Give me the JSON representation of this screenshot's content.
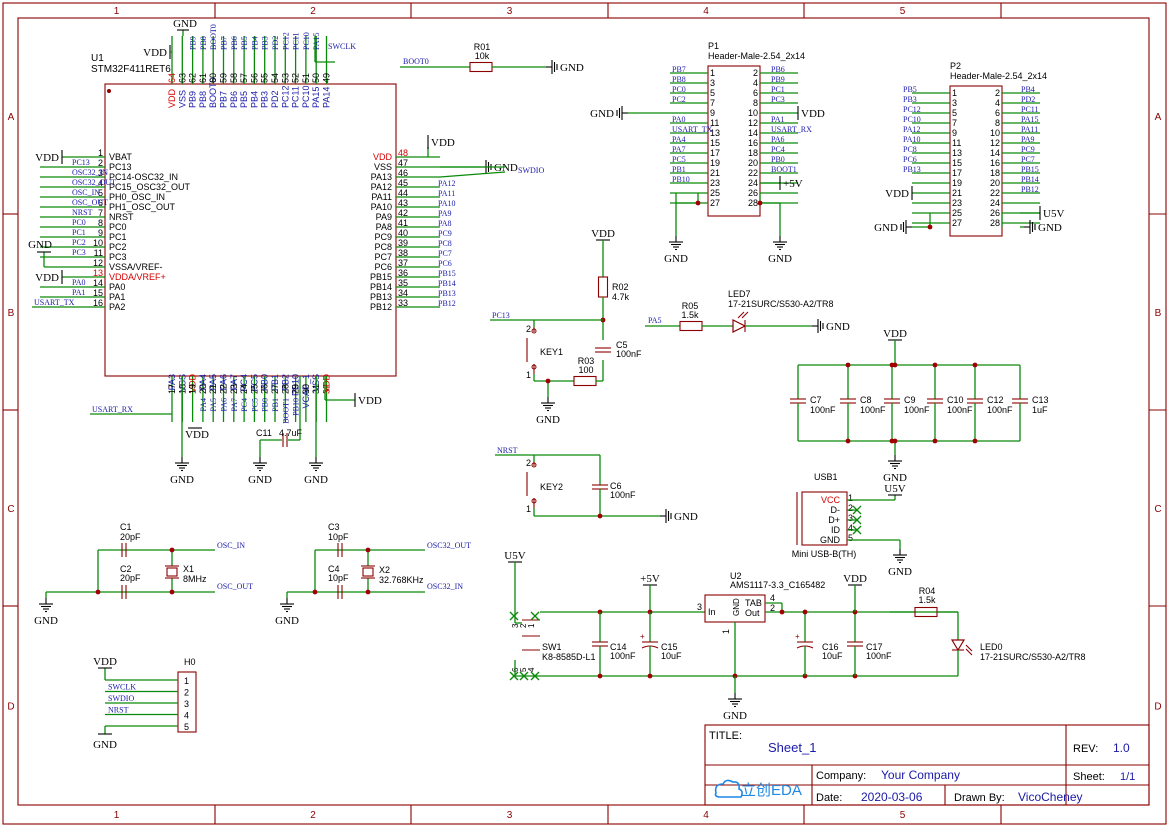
{
  "frame": {
    "cols": [
      "1",
      "2",
      "3",
      "4",
      "5"
    ],
    "rows": [
      "A",
      "B",
      "C",
      "D"
    ]
  },
  "title_block": {
    "title_label": "TITLE:",
    "title": "Sheet_1",
    "rev_label": "REV:",
    "rev": "1.0",
    "company_label": "Company:",
    "company": "Your Company",
    "sheet_label": "Sheet:",
    "sheet": "1/1",
    "date_label": "Date:",
    "date": "2020-03-06",
    "drawn_label": "Drawn By:",
    "drawn": "VicoCheney",
    "logo": "立创EDA"
  },
  "power": {
    "gnd": "GND",
    "vdd": "VDD",
    "v5": "+5V",
    "u5v": "U5V"
  },
  "u1": {
    "ref": "U1",
    "value": "STM32F411RET6",
    "top_names": [
      "VDD",
      "VSS",
      "PB9",
      "PB8",
      "BOOT0",
      "PB7",
      "PB6",
      "PB5",
      "PB4",
      "PB3",
      "PD2",
      "PC12",
      "PC11",
      "PC10",
      "PA15",
      "PA14"
    ],
    "top_nums": [
      "64",
      "63",
      "62",
      "61",
      "60",
      "59",
      "58",
      "57",
      "56",
      "55",
      "54",
      "53",
      "52",
      "51",
      "50",
      "49"
    ],
    "top_nets": [
      "",
      "",
      "PB9",
      "PB8",
      "BOOT0",
      "PB7",
      "PB6",
      "PB5",
      "PB4",
      "PB3",
      "PD2",
      "PC12",
      "PC11",
      "PC10",
      "PA15",
      ""
    ],
    "left_names": [
      "VBAT",
      "PC13",
      "PC14-OSC32_IN",
      "PC15_OSC32_OUT",
      "PH0_OSC_IN",
      "PH1_OSC_OUT",
      "NRST",
      "PC0",
      "PC1",
      "PC2",
      "PC3",
      "VSSA/VREF-",
      "VDDA/VREF+",
      "PA0",
      "PA1",
      "PA2"
    ],
    "left_nums": [
      "1",
      "2",
      "3",
      "4",
      "5",
      "6",
      "7",
      "8",
      "9",
      "10",
      "11",
      "12",
      "13",
      "14",
      "15",
      "16"
    ],
    "left_nets": [
      "VDD",
      "PC13",
      "OSC32_IN",
      "OSC32_OUT",
      "OSC_IN",
      "OSC_OUT",
      "NRST",
      "PC0",
      "PC1",
      "PC2",
      "PC3",
      "GND",
      "VDD",
      "PA0",
      "PA1",
      "USART_TX"
    ],
    "right_names": [
      "VDD",
      "VSS",
      "PA13",
      "PA12",
      "PA11",
      "PA10",
      "PA9",
      "PA8",
      "PC9",
      "PC8",
      "PC7",
      "PC6",
      "PB15",
      "PB14",
      "PB13",
      "PB12"
    ],
    "right_nums": [
      "48",
      "47",
      "46",
      "45",
      "44",
      "43",
      "42",
      "41",
      "40",
      "39",
      "38",
      "37",
      "36",
      "35",
      "34",
      "33"
    ],
    "right_nets": [
      "VDD",
      "GND",
      "SWDIO",
      "PA12",
      "PA11",
      "PA10",
      "PA9",
      "PA8",
      "PC9",
      "PC8",
      "PC7",
      "PC6",
      "PB15",
      "PB14",
      "PB13",
      "PB12"
    ],
    "bottom_names": [
      "PA3",
      "VSS",
      "VDD",
      "PA4",
      "PA5",
      "PA6",
      "PA7",
      "PC4",
      "PC5",
      "PB0",
      "PB1",
      "PB2",
      "PB10",
      "VCAP_1",
      "VSS",
      "VDD"
    ],
    "bottom_nums": [
      "17",
      "18",
      "19",
      "20",
      "21",
      "22",
      "23",
      "24",
      "25",
      "26",
      "27",
      "28",
      "29",
      "30",
      "31",
      "32"
    ],
    "bottom_nets": [
      "USART_RX",
      "",
      "",
      "PA4",
      "PA5",
      "PA6",
      "PA7",
      "PC4",
      "PC5",
      "PB0",
      "PB1",
      "BOOT1",
      "PB10",
      "",
      "",
      ""
    ],
    "swclk": "SWCLK"
  },
  "boot": {
    "net": "BOOT0",
    "ref": "R01",
    "value": "10k"
  },
  "p1": {
    "ref": "P1",
    "value": "Header-Male-2.54_2x14",
    "left_nets": [
      "PB7",
      "PB8",
      "PC0",
      "PC2",
      "",
      "PA0",
      "USART_TX",
      "PA4",
      "PA7",
      "PC5",
      "PB1",
      "PB10",
      "",
      ""
    ],
    "right_nets": [
      "PB6",
      "PB9",
      "PC1",
      "PC3",
      "VDD",
      "PA1",
      "USART_RX",
      "PA6",
      "PC4",
      "PB0",
      "BOOT1",
      "+5V",
      "",
      ""
    ],
    "odd_nums": [
      "1",
      "3",
      "5",
      "7",
      "9",
      "11",
      "13",
      "15",
      "17",
      "19",
      "21",
      "23",
      "25",
      "27"
    ],
    "even_nums": [
      "2",
      "4",
      "6",
      "8",
      "10",
      "12",
      "14",
      "16",
      "18",
      "20",
      "22",
      "24",
      "26",
      "28"
    ]
  },
  "p2": {
    "ref": "P2",
    "value": "Header-Male-2.54_2x14",
    "left_nets": [
      "PB5",
      "PB3",
      "PC12",
      "PC10",
      "PA12",
      "PA10",
      "PC8",
      "PC6",
      "PB13",
      "VDD",
      "",
      ""
    ],
    "right_nets": [
      "PB4",
      "PD2",
      "PC11",
      "PA15",
      "PA11",
      "PA9",
      "PC9",
      "PC7",
      "PB15",
      "PB14",
      "PB12",
      "U5V"
    ],
    "odd_nums": [
      "1",
      "3",
      "5",
      "7",
      "9",
      "11",
      "13",
      "15",
      "17",
      "19",
      "21",
      "23",
      "25",
      "27"
    ],
    "even_nums": [
      "2",
      "4",
      "6",
      "8",
      "10",
      "12",
      "14",
      "16",
      "18",
      "20",
      "22",
      "24",
      "26",
      "28"
    ]
  },
  "key1": {
    "ref": "KEY1",
    "net": "PC13",
    "r02": "R02",
    "r02v": "4.7k",
    "r03": "R03",
    "r03v": "100",
    "c5": "C5",
    "c5v": "100nF"
  },
  "key2": {
    "ref": "KEY2",
    "net": "NRST",
    "c6": "C6",
    "c6v": "100nF"
  },
  "led7": {
    "net": "PA5",
    "r": "R05",
    "rv": "1.5k",
    "ref": "LED7",
    "part": "17-21SURC/S530-A2/TR8"
  },
  "decoupling": {
    "caps": [
      {
        "ref": "C7",
        "value": "100nF"
      },
      {
        "ref": "C8",
        "value": "100nF"
      },
      {
        "ref": "C9",
        "value": "100nF"
      },
      {
        "ref": "C10",
        "value": "100nF"
      },
      {
        "ref": "C12",
        "value": "100nF"
      },
      {
        "ref": "C13",
        "value": "1uF"
      }
    ]
  },
  "usb": {
    "ref": "USB1",
    "part": "Mini USB-B(TH)",
    "pins": [
      "VCC",
      "D-",
      "D+",
      "ID",
      "GND"
    ],
    "nums": [
      "1",
      "2",
      "3",
      "4",
      "5"
    ]
  },
  "crystals": {
    "c1": "C1",
    "c1v": "20pF",
    "c2": "C2",
    "c2v": "20pF",
    "x1": "X1",
    "x1v": "8MHz",
    "osc_in": "OSC_IN",
    "osc_out": "OSC_OUT",
    "c3": "C3",
    "c3v": "10pF",
    "c4": "C4",
    "c4v": "10pF",
    "x2": "X2",
    "x2v": "32.768KHz",
    "osc32_out": "OSC32_OUT",
    "osc32_in": "OSC32_IN"
  },
  "u1caps": {
    "c11": "C11",
    "c11v": "4.7uF"
  },
  "reg": {
    "sw": "SW1",
    "swp": "K8-8585D-L1",
    "u2": "U2",
    "u2p": "AMS1117-3.3_C165482",
    "in": "In",
    "gndp": "GND",
    "tab": "TAB",
    "out": "Out",
    "c14": "C14",
    "c14v": "100nF",
    "c15": "C15",
    "c15v": "10uF",
    "c16": "C16",
    "c16v": "10uF",
    "c17": "C17",
    "c17v": "100nF",
    "r04": "R04",
    "r04v": "1.5k",
    "led": "LED0",
    "ledp": "17-21SURC/S530-A2/TR8"
  },
  "h0": {
    "ref": "H0",
    "nets": [
      "VDD",
      "SWCLK",
      "SWDIO",
      "NRST",
      "GND"
    ],
    "nums": [
      "1",
      "2",
      "3",
      "4",
      "5"
    ]
  }
}
